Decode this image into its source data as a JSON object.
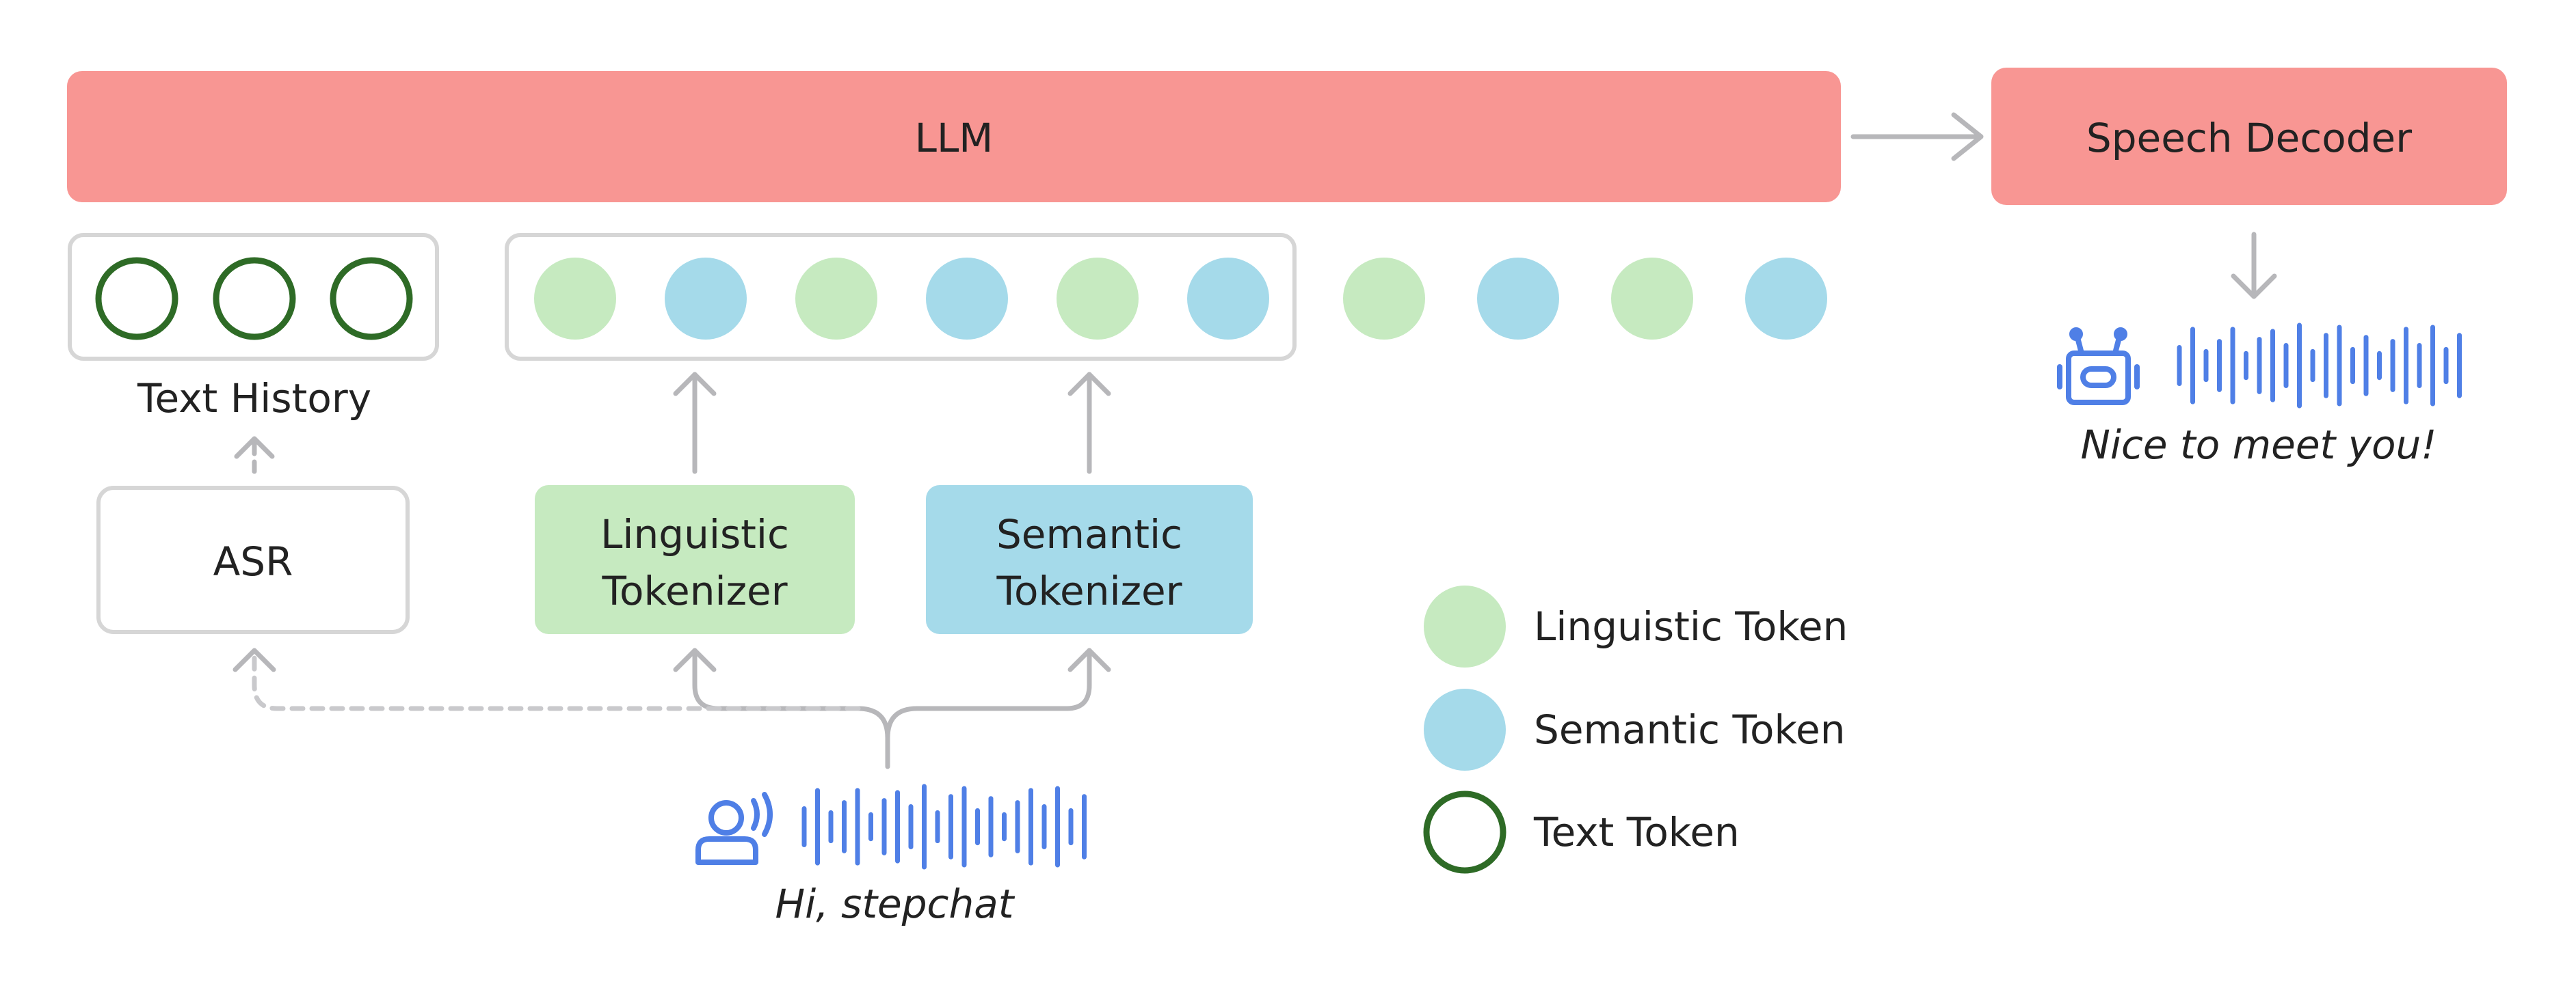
{
  "blocks": {
    "llm": "LLM",
    "speech_decoder": "Speech Decoder",
    "asr": "ASR",
    "linguistic_tokenizer": [
      "Linguistic",
      "Tokenizer"
    ],
    "semantic_tokenizer": [
      "Semantic",
      "Tokenizer"
    ],
    "text_history": "Text History"
  },
  "utterances": {
    "user": "Hi, stepchat",
    "bot": "Nice to meet you!"
  },
  "legend": {
    "items": [
      {
        "kind": "linguistic",
        "label": "Linguistic Token"
      },
      {
        "kind": "semantic",
        "label": "Semantic Token"
      },
      {
        "kind": "text",
        "label": "Text Token"
      }
    ]
  },
  "token_rows": {
    "history_count": 3,
    "boxed_sequence": [
      "linguistic",
      "semantic",
      "linguistic",
      "semantic",
      "linguistic",
      "semantic"
    ],
    "trailing_sequence": [
      "linguistic",
      "semantic",
      "linguistic",
      "semantic"
    ]
  },
  "waveforms": {
    "user_bar_levels": [
      0.45,
      0.9,
      0.35,
      0.6,
      0.9,
      0.3,
      0.65,
      0.85,
      0.5,
      1.0,
      0.35,
      0.75,
      0.95,
      0.4,
      0.7,
      0.3,
      0.6,
      0.9,
      0.5,
      0.95,
      0.4,
      0.75
    ],
    "bot_bar_levels": [
      0.45,
      0.9,
      0.35,
      0.6,
      0.9,
      0.3,
      0.65,
      0.85,
      0.5,
      1.0,
      0.35,
      0.75,
      0.95,
      0.4,
      0.7,
      0.3,
      0.6,
      0.9,
      0.5,
      0.95,
      0.4,
      0.75
    ]
  },
  "colors": {
    "llm_fill": "#F89693",
    "linguistic": "#C6EAC0",
    "semantic": "#A5DAEA",
    "text_token_stroke": "#2E6B26",
    "box_stroke": "#D6D6D6",
    "arrow": "#B7B7BA",
    "icon_blue": "#4F7FE6"
  }
}
